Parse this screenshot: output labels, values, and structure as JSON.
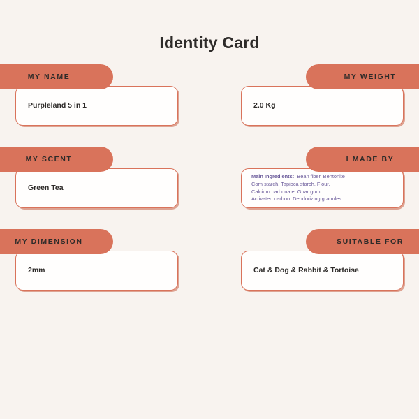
{
  "page": {
    "title": "Identity Card",
    "background_color": "#F8F3EF",
    "accent_color": "#D9735B",
    "text_color": "#2E2B29",
    "ingredients_text_color": "#6B5B9A"
  },
  "cards": {
    "my_name": {
      "label": "MY NAME",
      "value": "Purpleland 5 in 1"
    },
    "my_weight": {
      "label": "MY WEIGHT",
      "value": "2.0 Kg"
    },
    "my_scent": {
      "label": "MY SCENT",
      "value": "Green Tea"
    },
    "i_made_by": {
      "label": "I MADE BY",
      "lead": "Main Ingredients:",
      "lines": [
        "Bean fiber.  Bentonite",
        "Corn starch.  Tapioca starch.  Flour.",
        "Calcium carbonate.  Guar gum.",
        "Activated carbon.  Deodorizing granules"
      ]
    },
    "my_dimension": {
      "label": "MY DIMENSION",
      "value": "2mm"
    },
    "suitable_for": {
      "label": "SUITABLE FOR",
      "value": "Cat & Dog & Rabbit & Tortoise"
    }
  }
}
